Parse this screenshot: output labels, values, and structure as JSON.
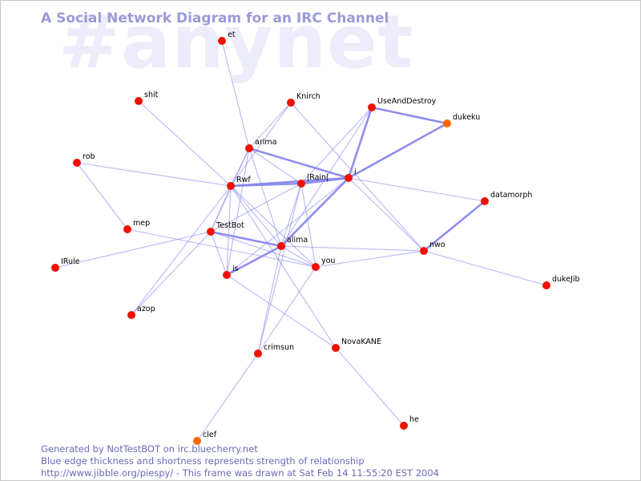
{
  "watermark": "#anynet",
  "title": "A Social Network Diagram for an IRC Channel",
  "footer": {
    "line1": "Generated by NotTestBOT on irc.bluecherry.net",
    "line2": "Blue edge thickness and shortness represents strength of relationship",
    "line3": "http://www.jibble.org/piespy/ - This frame was drawn at Sat Feb 14 11:55:20 EST 2004"
  },
  "colors": {
    "node": "#ee1100",
    "node_alt": "#ff6600",
    "edge": "#8888ee",
    "title": "#9a9ad8",
    "watermark": "#ececfb"
  },
  "nodes": [
    {
      "id": "et",
      "label": "et",
      "color": "node"
    },
    {
      "id": "shit",
      "label": "shit",
      "color": "node"
    },
    {
      "id": "Knirch",
      "label": "Knirch",
      "color": "node"
    },
    {
      "id": "UseAndDestroy",
      "label": "UseAndDestroy",
      "color": "node"
    },
    {
      "id": "dukeku",
      "label": "dukeku",
      "color": "node_alt"
    },
    {
      "id": "rob",
      "label": "rob",
      "color": "node"
    },
    {
      "id": "arima",
      "label": "arima",
      "color": "node"
    },
    {
      "id": "Rwf",
      "label": "Rwf",
      "color": "node"
    },
    {
      "id": "Rain",
      "label": "|Rain|",
      "color": "node"
    },
    {
      "id": "i",
      "label": "i",
      "color": "node"
    },
    {
      "id": "datamorph",
      "label": "datamorph",
      "color": "node"
    },
    {
      "id": "mep",
      "label": "mep",
      "color": "node"
    },
    {
      "id": "TestBot",
      "label": "TestBot",
      "color": "node"
    },
    {
      "id": "alima",
      "label": "alima",
      "color": "node"
    },
    {
      "id": "nwo",
      "label": "nwo",
      "color": "node"
    },
    {
      "id": "IRule",
      "label": "IRule",
      "color": "node"
    },
    {
      "id": "you",
      "label": "you",
      "color": "node"
    },
    {
      "id": "is",
      "label": "is",
      "color": "node"
    },
    {
      "id": "dukeJib",
      "label": "dukeJib",
      "color": "node"
    },
    {
      "id": "azop",
      "label": "azop",
      "color": "node"
    },
    {
      "id": "NovaKANE",
      "label": "NovaKANE",
      "color": "node"
    },
    {
      "id": "crimsun",
      "label": "crimsun",
      "color": "node"
    },
    {
      "id": "he",
      "label": "he",
      "color": "node"
    },
    {
      "id": "clef",
      "label": "clef",
      "color": "node_alt"
    }
  ],
  "edges": [
    {
      "from": "et",
      "to": "arima",
      "weight": 1
    },
    {
      "from": "shit",
      "to": "Rwf",
      "weight": 1
    },
    {
      "from": "Knirch",
      "to": "arima",
      "weight": 1
    },
    {
      "from": "Knirch",
      "to": "Rwf",
      "weight": 1
    },
    {
      "from": "Knirch",
      "to": "nwo",
      "weight": 1
    },
    {
      "from": "UseAndDestroy",
      "to": "dukeku",
      "weight": 2
    },
    {
      "from": "UseAndDestroy",
      "to": "i",
      "weight": 2
    },
    {
      "from": "UseAndDestroy",
      "to": "Rain",
      "weight": 1
    },
    {
      "from": "UseAndDestroy",
      "to": "alima",
      "weight": 1
    },
    {
      "from": "dukeku",
      "to": "i",
      "weight": 2
    },
    {
      "from": "rob",
      "to": "Rwf",
      "weight": 1
    },
    {
      "from": "rob",
      "to": "mep",
      "weight": 1
    },
    {
      "from": "arima",
      "to": "i",
      "weight": 2
    },
    {
      "from": "arima",
      "to": "Rain",
      "weight": 1
    },
    {
      "from": "arima",
      "to": "Rwf",
      "weight": 1
    },
    {
      "from": "arima",
      "to": "TestBot",
      "weight": 1
    },
    {
      "from": "arima",
      "to": "alima",
      "weight": 1
    },
    {
      "from": "arima",
      "to": "is",
      "weight": 1
    },
    {
      "from": "Rwf",
      "to": "Rain",
      "weight": 2
    },
    {
      "from": "Rwf",
      "to": "i",
      "weight": 2
    },
    {
      "from": "Rwf",
      "to": "TestBot",
      "weight": 1
    },
    {
      "from": "Rwf",
      "to": "alima",
      "weight": 1
    },
    {
      "from": "Rwf",
      "to": "you",
      "weight": 1
    },
    {
      "from": "Rwf",
      "to": "is",
      "weight": 1
    },
    {
      "from": "Rwf",
      "to": "azop",
      "weight": 1
    },
    {
      "from": "Rwf",
      "to": "NovaKANE",
      "weight": 1
    },
    {
      "from": "Rain",
      "to": "i",
      "weight": 2
    },
    {
      "from": "Rain",
      "to": "TestBot",
      "weight": 1
    },
    {
      "from": "Rain",
      "to": "alima",
      "weight": 1
    },
    {
      "from": "Rain",
      "to": "you",
      "weight": 1
    },
    {
      "from": "Rain",
      "to": "crimsun",
      "weight": 1
    },
    {
      "from": "i",
      "to": "alima",
      "weight": 2
    },
    {
      "from": "i",
      "to": "datamorph",
      "weight": 1
    },
    {
      "from": "i",
      "to": "nwo",
      "weight": 1
    },
    {
      "from": "i",
      "to": "is",
      "weight": 1
    },
    {
      "from": "datamorph",
      "to": "nwo",
      "weight": 2
    },
    {
      "from": "mep",
      "to": "you",
      "weight": 1
    },
    {
      "from": "TestBot",
      "to": "alima",
      "weight": 2
    },
    {
      "from": "TestBot",
      "to": "IRule",
      "weight": 1
    },
    {
      "from": "TestBot",
      "to": "azop",
      "weight": 1
    },
    {
      "from": "TestBot",
      "to": "is",
      "weight": 1
    },
    {
      "from": "TestBot",
      "to": "you",
      "weight": 1
    },
    {
      "from": "alima",
      "to": "is",
      "weight": 2
    },
    {
      "from": "alima",
      "to": "nwo",
      "weight": 1
    },
    {
      "from": "alima",
      "to": "you",
      "weight": 1
    },
    {
      "from": "alima",
      "to": "crimsun",
      "weight": 1
    },
    {
      "from": "nwo",
      "to": "you",
      "weight": 1
    },
    {
      "from": "nwo",
      "to": "dukeJib",
      "weight": 1
    },
    {
      "from": "is",
      "to": "NovaKANE",
      "weight": 1
    },
    {
      "from": "you",
      "to": "crimsun",
      "weight": 1
    },
    {
      "from": "NovaKANE",
      "to": "he",
      "weight": 1
    },
    {
      "from": "crimsun",
      "to": "clef",
      "weight": 1
    }
  ]
}
